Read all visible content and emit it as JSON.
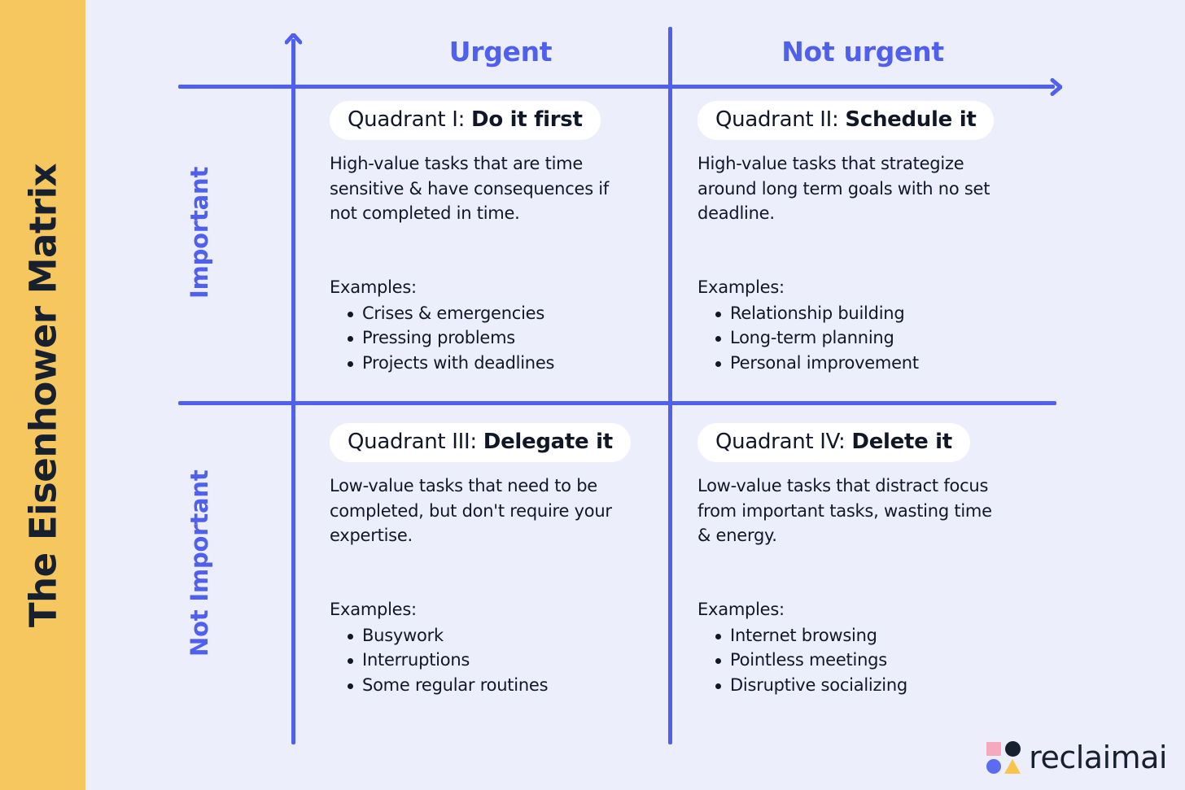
{
  "sidebar": {
    "title": "The Eisenhower Matrix",
    "background_color": "#F6C75F",
    "title_color": "#16202E"
  },
  "page": {
    "background_color": "#EDEEFB",
    "accent_color": "#4F5FEE",
    "text_color": "#101828"
  },
  "axes": {
    "column_headers": [
      {
        "label": "Urgent"
      },
      {
        "label": "Not urgent"
      }
    ],
    "row_labels": [
      {
        "label": "Important"
      },
      {
        "label": "Not Important"
      }
    ],
    "vertical_arrow_icon": "arrow-up-icon",
    "horizontal_arrow_icon": "arrow-right-icon"
  },
  "quadrants": [
    {
      "id": "q1",
      "pill_label": "Quadrant I:",
      "pill_action": "Do it first",
      "description": "High-value tasks that are time sensitive & have consequences if not completed in time.",
      "examples_label": "Examples:",
      "examples": [
        "Crises & emergencies",
        "Pressing problems",
        "Projects with deadlines"
      ]
    },
    {
      "id": "q2",
      "pill_label": "Quadrant II:",
      "pill_action": "Schedule it",
      "description": "High-value tasks that strategize around long term goals with no set deadline.",
      "examples_label": "Examples:",
      "examples": [
        "Relationship building",
        "Long-term planning",
        "Personal improvement"
      ]
    },
    {
      "id": "q3",
      "pill_label": "Quadrant III:",
      "pill_action": "Delegate it",
      "description": "Low-value tasks that need to be completed, but don't require your expertise.",
      "examples_label": "Examples:",
      "examples": [
        "Busywork",
        "Interruptions",
        "Some regular routines"
      ]
    },
    {
      "id": "q4",
      "pill_label": "Quadrant IV:",
      "pill_action": "Delete it",
      "description": "Low-value tasks that distract focus from important tasks, wasting time & energy.",
      "examples_label": "Examples:",
      "examples": [
        "Internet browsing",
        "Pointless meetings",
        "Disruptive socializing"
      ]
    }
  ],
  "logo": {
    "wordmark": "reclaimai",
    "colors": {
      "square": "#F5A8BE",
      "circle_dark": "#16202E",
      "circle_blue": "#5A6CF0",
      "triangle": "#F8C44C"
    }
  }
}
